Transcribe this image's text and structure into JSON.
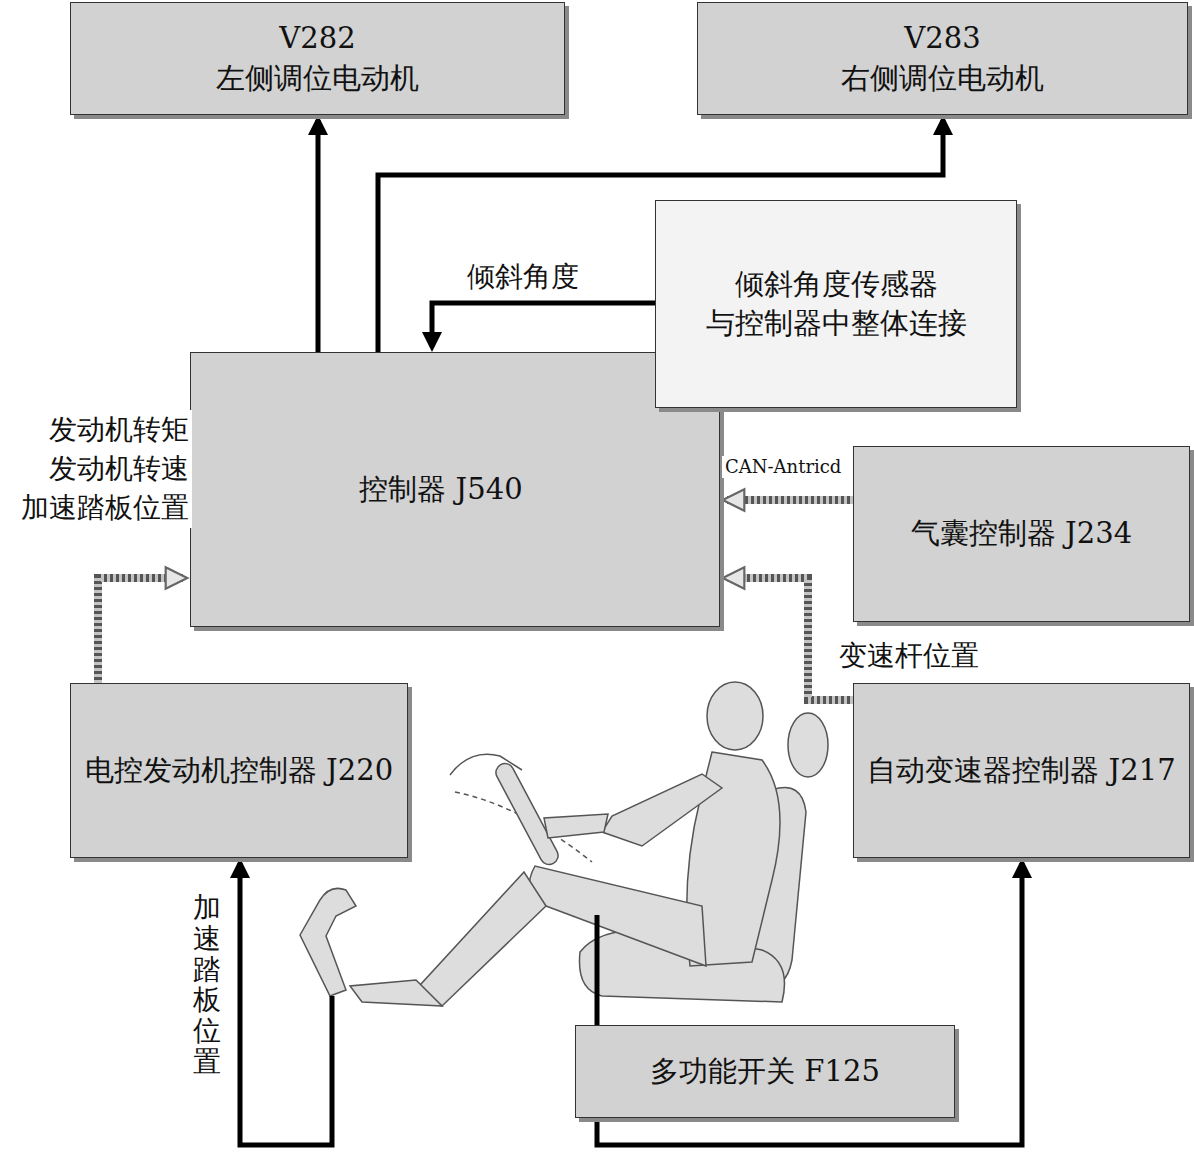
{
  "diagram": {
    "nodes": [
      {
        "text": [
          "V282",
          "左侧调位电动机"
        ]
      },
      {
        "text": [
          "V283",
          "右侧调位电动机"
        ]
      },
      {
        "text": [
          "倾斜角度传感器 与控制器中整体连接"
        ]
      },
      {
        "text": [
          "控制器 J540"
        ]
      },
      {
        "text": [
          "气囊控制器 J234"
        ]
      },
      {
        "text": [
          "电控发动机控制器 J220"
        ]
      },
      {
        "text": [
          "自动变速器控制器 J217"
        ]
      },
      {
        "text": [
          "多功能开关 F125"
        ]
      }
    ],
    "edges": [
      {
        "from": 3,
        "to": 0,
        "arrow": "to"
      },
      {
        "from": 3,
        "to": 1,
        "arrow": "to"
      },
      {
        "from": 2,
        "to": 3,
        "label": "倾斜角度",
        "arrow": "to"
      },
      {
        "from": 4,
        "to": 3,
        "label": "CAN-Antricd",
        "arrow": "to"
      },
      {
        "from": 5,
        "to": 3,
        "label": "发动机转矩 发动机转速 加速踏板位置",
        "arrow": "to"
      },
      {
        "from": 6,
        "to": 3,
        "label": "变速杆位置",
        "arrow": "to"
      },
      {
        "from": 7,
        "to": 6,
        "arrow": "to"
      }
    ],
    "labels": [
      "加速踏板位置"
    ]
  }
}
